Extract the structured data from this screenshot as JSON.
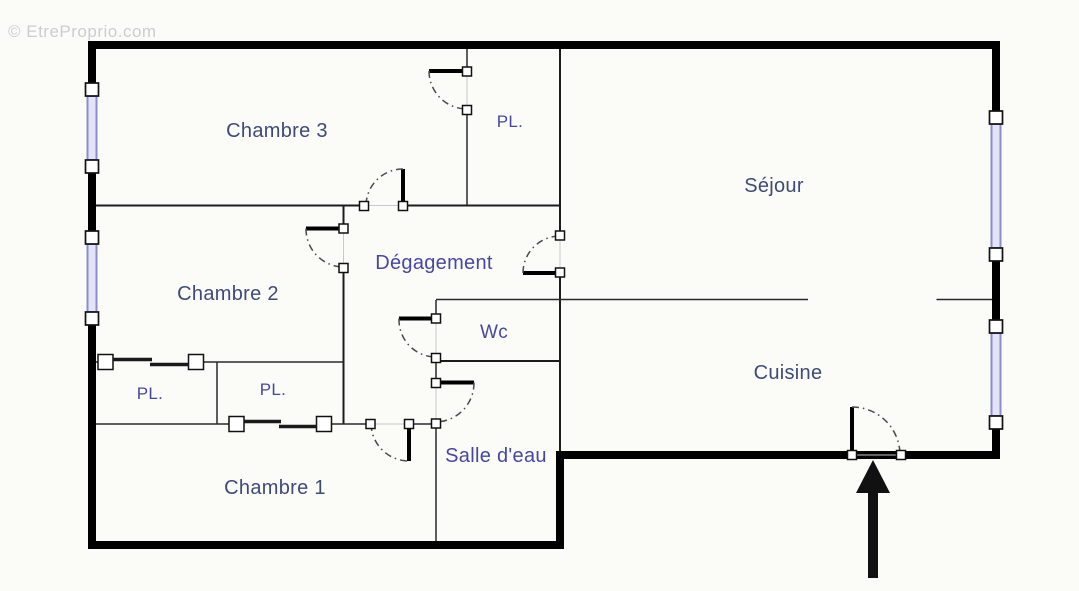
{
  "watermark": {
    "text": "© EtreProprio.com",
    "color": "#cdcdcd"
  },
  "plan": {
    "background": "#fbfbf8",
    "colors": {
      "wall": "#000000",
      "window_frame": "#8b8bd0",
      "window_fill": "#e4e4f8",
      "door_arc": "#4a4a4a",
      "label_slate": "#3F4A78",
      "label_violet": "#4747A3",
      "arrow": "#111111"
    },
    "rooms": [
      {
        "id": "chambre-3",
        "label": "Chambre 3"
      },
      {
        "id": "placard-haut",
        "label": "PL."
      },
      {
        "id": "sejour",
        "label": "Séjour"
      },
      {
        "id": "chambre-2",
        "label": "Chambre 2"
      },
      {
        "id": "degagement",
        "label": "Dégagement"
      },
      {
        "id": "wc",
        "label": "Wc"
      },
      {
        "id": "cuisine",
        "label": "Cuisine"
      },
      {
        "id": "placard-1",
        "label": "PL."
      },
      {
        "id": "placard-2",
        "label": "PL."
      },
      {
        "id": "salle-d-eau",
        "label": "Salle d'eau"
      },
      {
        "id": "chambre-1",
        "label": "Chambre 1"
      }
    ]
  }
}
